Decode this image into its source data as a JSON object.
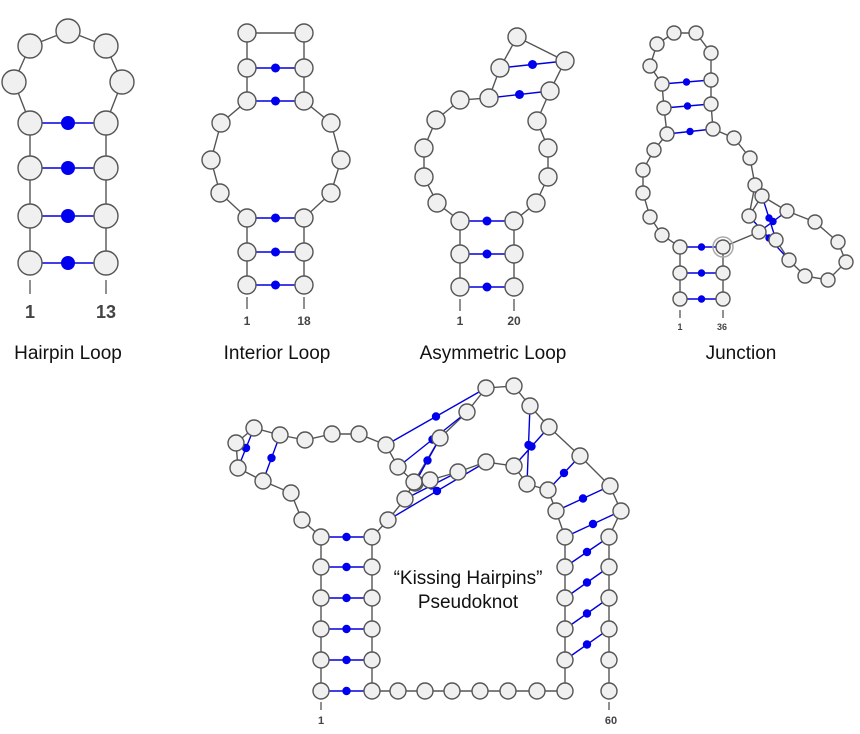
{
  "structures": [
    {
      "id": "hairpin",
      "caption": "Hairpin Loop",
      "start_label": "1",
      "end_label": "13"
    },
    {
      "id": "interior",
      "caption": "Interior Loop",
      "start_label": "1",
      "end_label": "18"
    },
    {
      "id": "asymmetric",
      "caption": "Asymmetric Loop",
      "start_label": "1",
      "end_label": "20"
    },
    {
      "id": "junction",
      "caption": "Junction",
      "start_label": "1",
      "end_label": "36"
    },
    {
      "id": "pseudoknot",
      "caption_line1": "“Kissing Hairpins”",
      "caption_line2": "Pseudoknot",
      "start_label": "1",
      "end_label": "60"
    }
  ],
  "colors": {
    "base_pair": "#0000ee",
    "backbone": "#555555",
    "nucleotide_fill": "#f0f0f0"
  }
}
